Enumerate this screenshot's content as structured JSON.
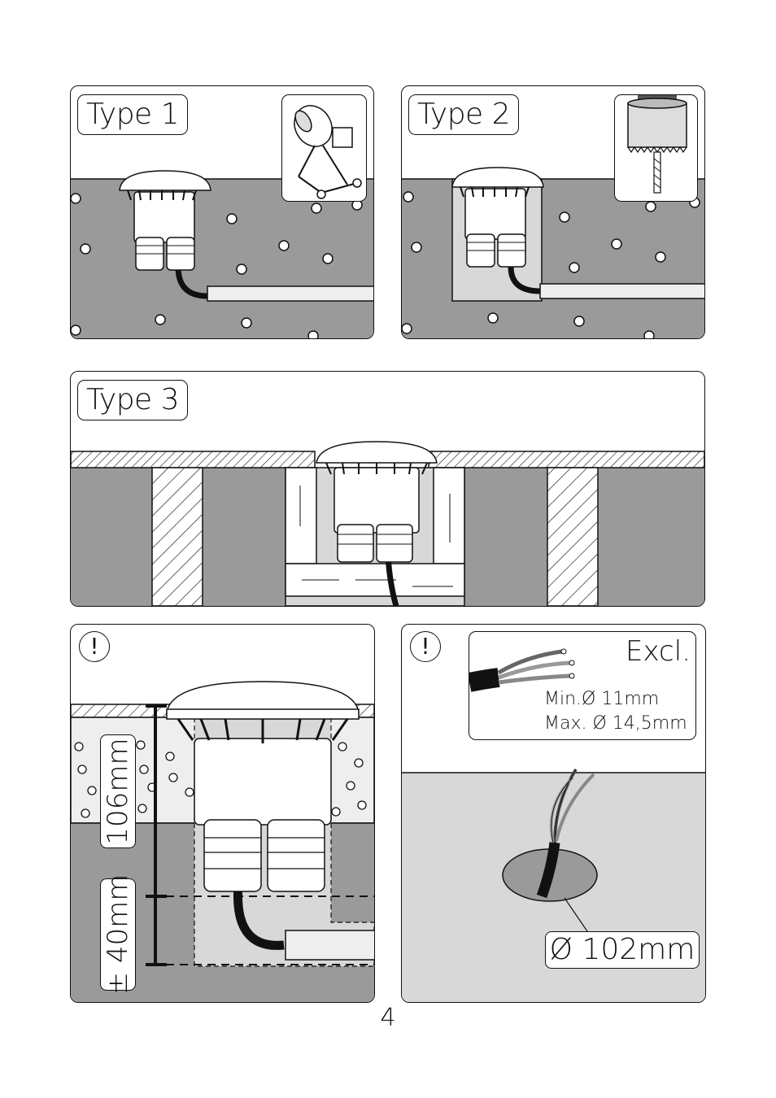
{
  "panels": {
    "type1": {
      "label": "Type 1"
    },
    "type2": {
      "label": "Type 2"
    },
    "type3": {
      "label": "Type 3"
    },
    "depth": {
      "warning": "!",
      "dim_top": "106mm",
      "dim_bottom": "± 40mm"
    },
    "cable": {
      "warning": "!",
      "excl": "Excl.",
      "min": "Min.Ø 11mm",
      "max": "Max. Ø 14,5mm",
      "hole": "Ø 102mm"
    }
  },
  "page_number": "4",
  "icons": [
    "concrete-mixer-icon",
    "hole-saw-drill-icon",
    "warning-icon",
    "cable-icon"
  ],
  "colors": {
    "ground": "#9a9a9a",
    "light_fill": "#d8d8d8",
    "line": "#111111"
  }
}
